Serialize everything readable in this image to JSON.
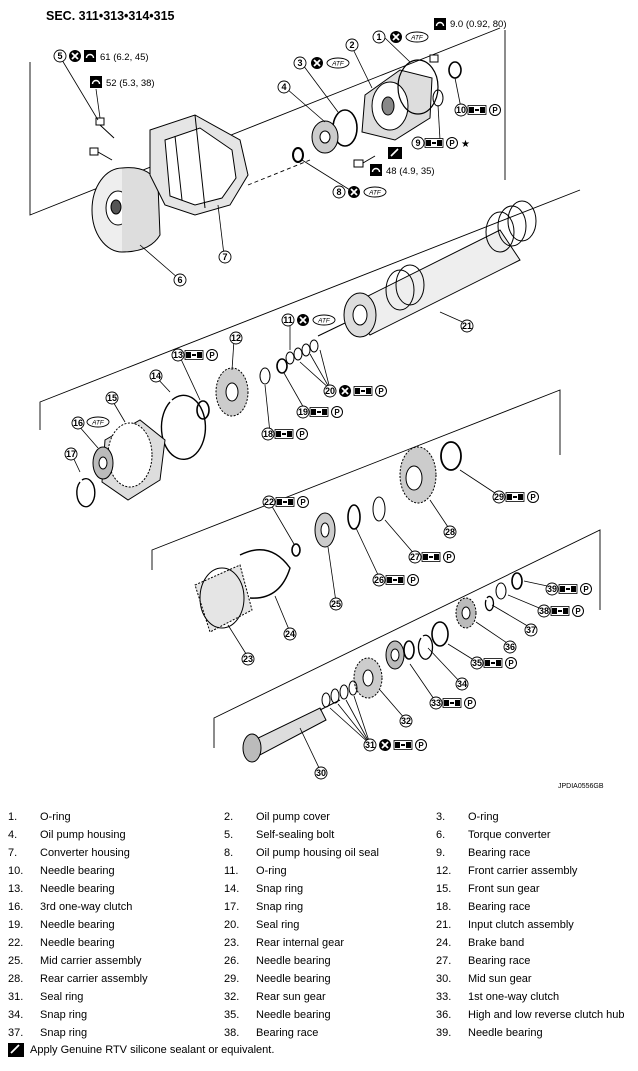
{
  "header": {
    "section_title": "SEC. 311•313•314•315"
  },
  "specs": {
    "s1": "9.0 (0.92, 80)",
    "s2": "61 (6.2, 45)",
    "s3": "52 (5.3, 38)",
    "s4": "48 (4.9, 35)"
  },
  "symbols": {
    "atf": "ATF",
    "petrolatum": "P",
    "star": "★"
  },
  "diagram_id": "JPDIA0556GB",
  "callouts": {
    "c1": "1",
    "c2": "2",
    "c3": "3",
    "c4": "4",
    "c5": "5",
    "c6": "6",
    "c7": "7",
    "c8": "8",
    "c9": "9",
    "c10": "10",
    "c11": "11",
    "c12": "12",
    "c13": "13",
    "c14": "14",
    "c15": "15",
    "c16": "16",
    "c17": "17",
    "c18": "18",
    "c19": "19",
    "c20": "20",
    "c21": "21",
    "c22": "22",
    "c23": "23",
    "c24": "24",
    "c25": "25",
    "c26": "26",
    "c27": "27",
    "c28": "28",
    "c29": "29",
    "c30": "30",
    "c31": "31",
    "c32": "32",
    "c33": "33",
    "c34": "34",
    "c35": "35",
    "c36": "36",
    "c37": "37",
    "c38": "38",
    "c39": "39"
  },
  "legend": [
    [
      {
        "num": "1.",
        "name": "O-ring"
      },
      {
        "num": "2.",
        "name": "Oil pump cover"
      },
      {
        "num": "3.",
        "name": "O-ring"
      }
    ],
    [
      {
        "num": "4.",
        "name": "Oil pump housing"
      },
      {
        "num": "5.",
        "name": "Self-sealing bolt"
      },
      {
        "num": "6.",
        "name": "Torque converter"
      }
    ],
    [
      {
        "num": "7.",
        "name": "Converter housing"
      },
      {
        "num": "8.",
        "name": "Oil pump housing oil seal"
      },
      {
        "num": "9.",
        "name": "Bearing race"
      }
    ],
    [
      {
        "num": "10.",
        "name": "Needle bearing"
      },
      {
        "num": "11.",
        "name": "O-ring"
      },
      {
        "num": "12.",
        "name": "Front carrier assembly"
      }
    ],
    [
      {
        "num": "13.",
        "name": "Needle bearing"
      },
      {
        "num": "14.",
        "name": "Snap ring"
      },
      {
        "num": "15.",
        "name": "Front sun gear"
      }
    ],
    [
      {
        "num": "16.",
        "name": "3rd one-way clutch"
      },
      {
        "num": "17.",
        "name": "Snap ring"
      },
      {
        "num": "18.",
        "name": "Bearing race"
      }
    ],
    [
      {
        "num": "19.",
        "name": "Needle bearing"
      },
      {
        "num": "20.",
        "name": "Seal ring"
      },
      {
        "num": "21.",
        "name": "Input clutch assembly"
      }
    ],
    [
      {
        "num": "22.",
        "name": "Needle bearing"
      },
      {
        "num": "23.",
        "name": "Rear internal gear"
      },
      {
        "num": "24.",
        "name": "Brake band"
      }
    ],
    [
      {
        "num": "25.",
        "name": "Mid carrier assembly"
      },
      {
        "num": "26.",
        "name": "Needle bearing"
      },
      {
        "num": "27.",
        "name": "Bearing race"
      }
    ],
    [
      {
        "num": "28.",
        "name": "Rear carrier assembly"
      },
      {
        "num": "29.",
        "name": "Needle bearing"
      },
      {
        "num": "30.",
        "name": "Mid sun gear"
      }
    ],
    [
      {
        "num": "31.",
        "name": "Seal ring"
      },
      {
        "num": "32.",
        "name": "Rear sun gear"
      },
      {
        "num": "33.",
        "name": "1st one-way clutch"
      }
    ],
    [
      {
        "num": "34.",
        "name": "Snap ring"
      },
      {
        "num": "35.",
        "name": "Needle bearing"
      },
      {
        "num": "36.",
        "name": "High and low reverse clutch hub"
      }
    ],
    [
      {
        "num": "37.",
        "name": "Snap ring"
      },
      {
        "num": "38.",
        "name": "Bearing race"
      },
      {
        "num": "39.",
        "name": "Needle bearing"
      }
    ]
  ],
  "note": {
    "text": "Apply Genuine RTV silicone sealant or equivalent."
  }
}
